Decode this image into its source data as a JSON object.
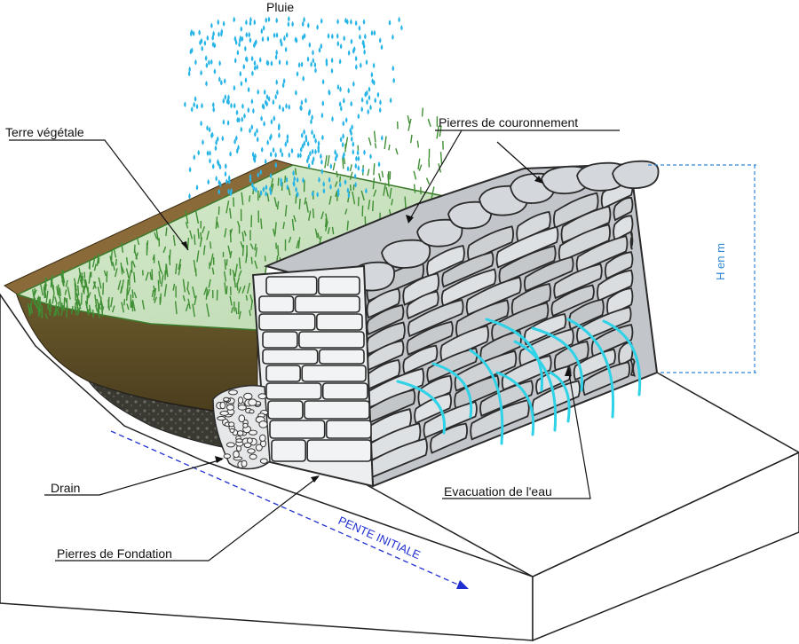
{
  "labels": {
    "rain": "Pluie",
    "topsoil": "Terre végétale",
    "coping_stones": "Pierres de couronnement",
    "height": "H en m",
    "drain": "Drain",
    "water_drainage": "Evacuation de l'eau",
    "foundation_stones": "Pierres de Fondation",
    "initial_slope": "PENTE INITIALE"
  },
  "colors": {
    "stone": "#c9cdd1",
    "stone_light": "#e9ebed",
    "stone_outline": "#2b2b2b",
    "grass": "#4f9b3a",
    "soil": "#5a4a25",
    "gravel": "#2f2f2a",
    "rain": "#27b4e6",
    "water": "#2fd2e6",
    "slope_arrow": "#1f2fd0",
    "height_marker": "#2f86d6"
  }
}
